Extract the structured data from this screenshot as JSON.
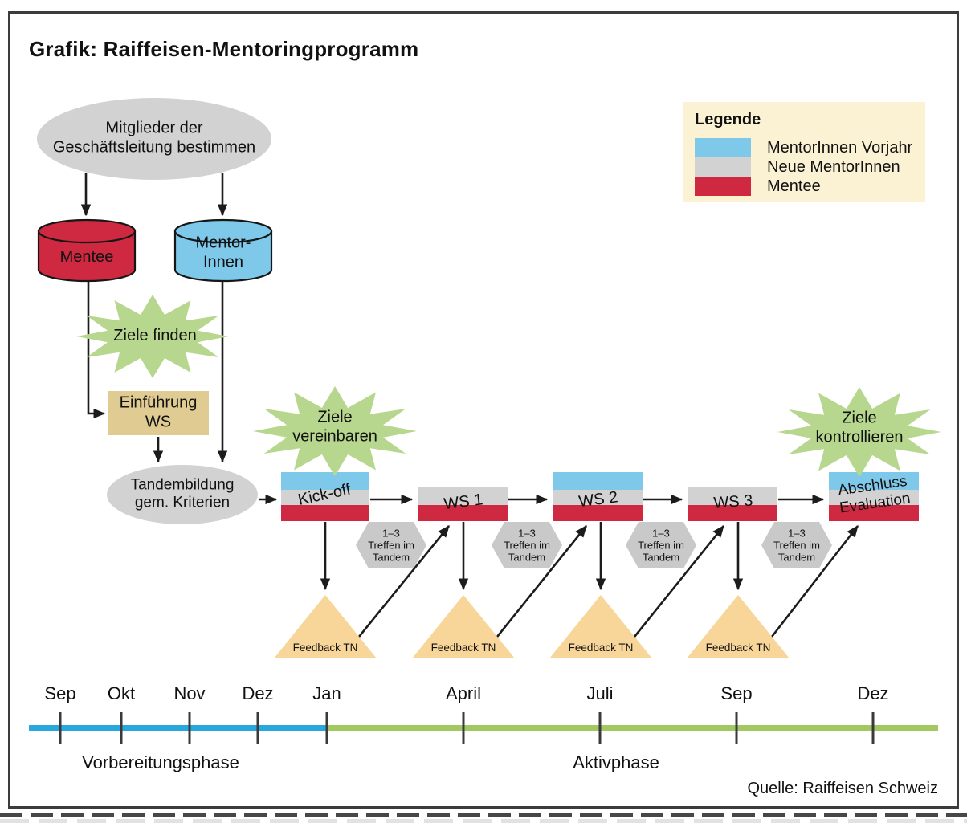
{
  "title": "Grafik: Raiffeisen-Mentoringprogramm",
  "legend": {
    "title": "Legende",
    "items": [
      {
        "label": "MentorInnen Vorjahr",
        "color": "#7ec8ea"
      },
      {
        "label": "Neue MentorInnen",
        "color": "#d2d2d2"
      },
      {
        "label": "Mentee",
        "color": "#ce2940"
      }
    ]
  },
  "diagram": {
    "board": {
      "line1": "Mitglieder der",
      "line2": "Geschäftsleitung bestimmen"
    },
    "mentee": "Mentee",
    "mentors": {
      "line1": "Mentor-",
      "line2": "Innen"
    },
    "star_find": "Ziele finden",
    "star_agree": {
      "line1": "Ziele",
      "line2": "vereinbaren"
    },
    "star_check": {
      "line1": "Ziele",
      "line2": "kontrollieren"
    },
    "intro": {
      "line1": "Einführung",
      "line2": "WS"
    },
    "tandem": {
      "line1": "Tandembildung",
      "line2": "gem. Kriterien"
    },
    "stages": [
      {
        "label": "Kick-off"
      },
      {
        "label": "WS 1"
      },
      {
        "label": "WS 2"
      },
      {
        "label": "WS 3"
      },
      {
        "line1": "Abschluss",
        "line2": "Evaluation"
      }
    ],
    "tandem_meeting": {
      "line1": "1–3",
      "line2": "Treffen im",
      "line3": "Tandem"
    },
    "feedback": "Feedback TN"
  },
  "timeline": {
    "months": [
      "Sep",
      "Okt",
      "Nov",
      "Dez",
      "Jan",
      "April",
      "Juli",
      "Sep",
      "Dez"
    ],
    "phases": [
      {
        "label": "Vorbereitungsphase"
      },
      {
        "label": "Aktivphase"
      }
    ]
  },
  "source": "Quelle: Raiffeisen Schweiz",
  "colors": {
    "mentor-prev": "#7ec8ea",
    "mentor-new": "#d2d2d2",
    "mentee": "#ce2940",
    "star-green": "#b7d78e",
    "intro-tan": "#e0cb92",
    "triangle-sand": "#f8d699",
    "legend-bg": "#fbf1d3",
    "timeline-blue": "#29a8df",
    "timeline-green": "#a2c861"
  }
}
